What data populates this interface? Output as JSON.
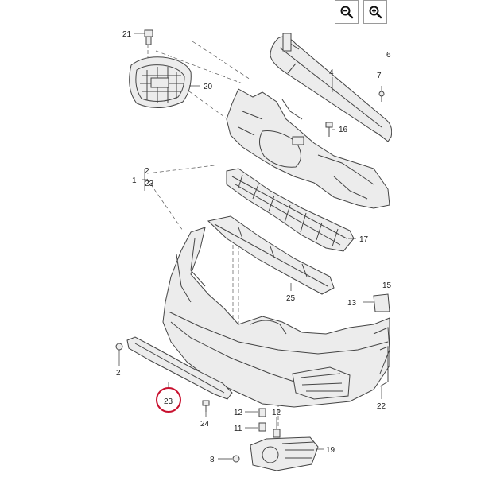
{
  "toolbar": {
    "zoom_out_icon": "zoom-out-icon",
    "zoom_in_icon": "zoom-in-icon"
  },
  "callouts": [
    {
      "id": "c21",
      "label": "21"
    },
    {
      "id": "c20",
      "label": "20"
    },
    {
      "id": "c4",
      "label": "4"
    },
    {
      "id": "c7",
      "label": "7"
    },
    {
      "id": "c6",
      "label": "6"
    },
    {
      "id": "c16",
      "label": "16"
    },
    {
      "id": "c1",
      "label": "1"
    },
    {
      "id": "c2a",
      "label": "2"
    },
    {
      "id": "c23a",
      "label": "23"
    },
    {
      "id": "c17",
      "label": "17"
    },
    {
      "id": "c15",
      "label": "15"
    },
    {
      "id": "c13",
      "label": "13"
    },
    {
      "id": "c25",
      "label": "25"
    },
    {
      "id": "c2b",
      "label": "2"
    },
    {
      "id": "c23b",
      "label": "23"
    },
    {
      "id": "c24",
      "label": "24"
    },
    {
      "id": "c12a",
      "label": "12"
    },
    {
      "id": "c12b",
      "label": "12"
    },
    {
      "id": "c11",
      "label": "11"
    },
    {
      "id": "c22",
      "label": "22"
    },
    {
      "id": "c19",
      "label": "19"
    },
    {
      "id": "c8",
      "label": "8"
    }
  ],
  "highlight": {
    "label": "23",
    "color": "#c8102e"
  }
}
